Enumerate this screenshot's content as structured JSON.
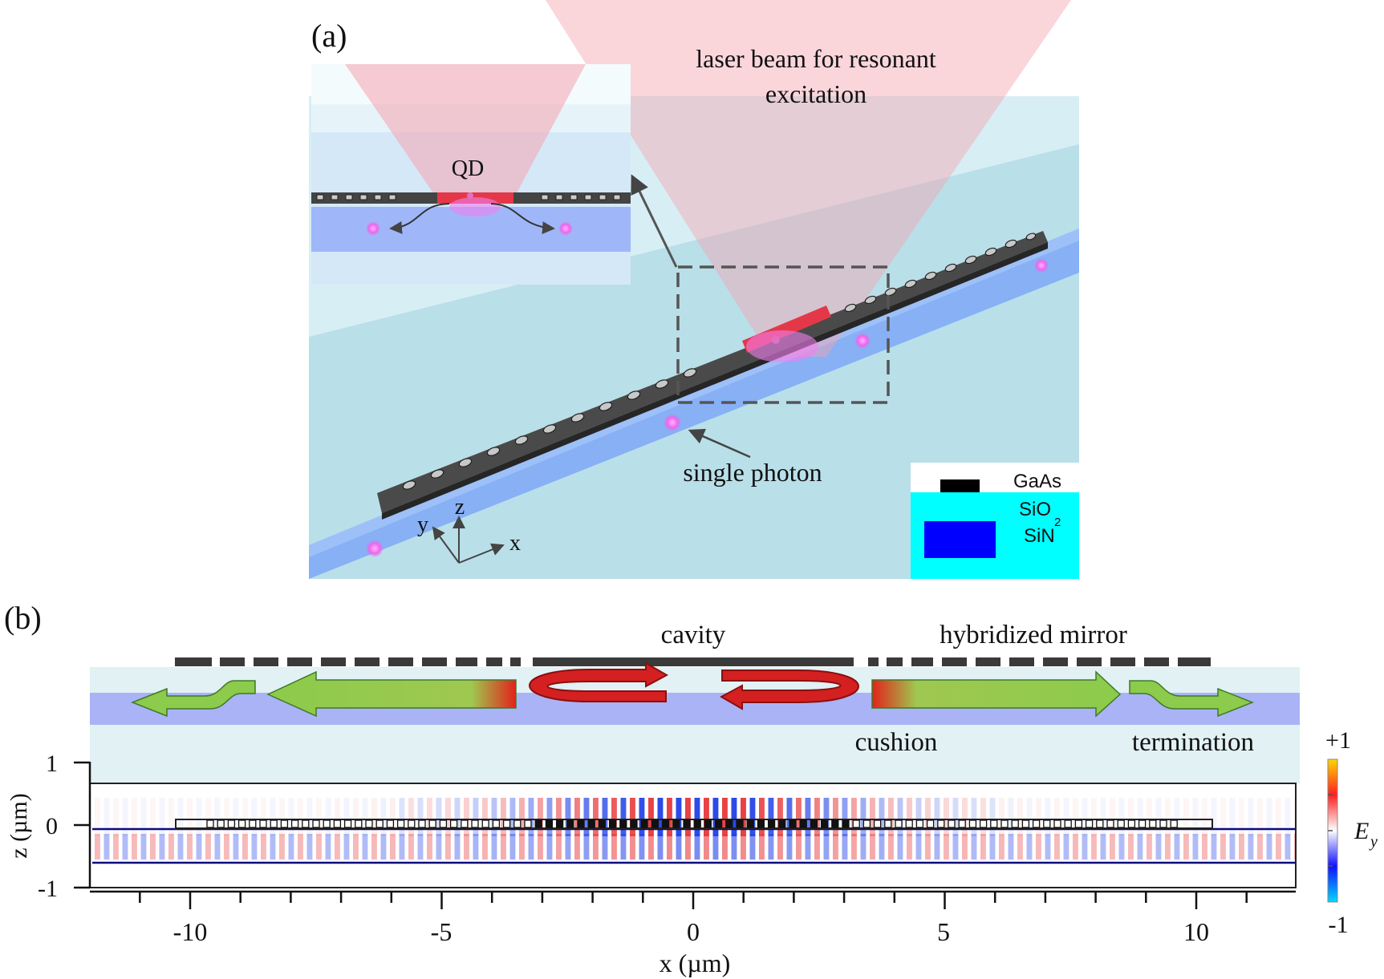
{
  "panel_a": {
    "label": "(a)",
    "laser_label_line1": "laser beam for resonant",
    "laser_label_line2": "excitation",
    "qd_label": "QD",
    "single_photon_label": "single photon",
    "axes": {
      "x": "x",
      "y": "y",
      "z": "z"
    },
    "legend": {
      "gaas": "GaAs",
      "sio2": "SiO",
      "sio2_sub": "2",
      "sin": "SiN"
    },
    "colors": {
      "gaas": "#000000",
      "sio2": "#00ffff",
      "sin": "#0000ff",
      "laser": "#f08a96"
    }
  },
  "panel_b": {
    "label": "(b)",
    "labels": {
      "cavity": "cavity",
      "hybridized_mirror": "hybridized mirror",
      "cushion": "cushion",
      "termination": "termination"
    },
    "colorbar": {
      "max": "+1",
      "min": "-1",
      "quantity": "E",
      "quantity_sub": "y"
    },
    "z_axis": {
      "title": "z (µm)",
      "ticks": [
        "1",
        "0",
        "-1"
      ]
    },
    "x_axis": {
      "title": "x (µm)",
      "ticks": [
        "-10",
        "-5",
        "0",
        "5",
        "10"
      ]
    }
  }
}
